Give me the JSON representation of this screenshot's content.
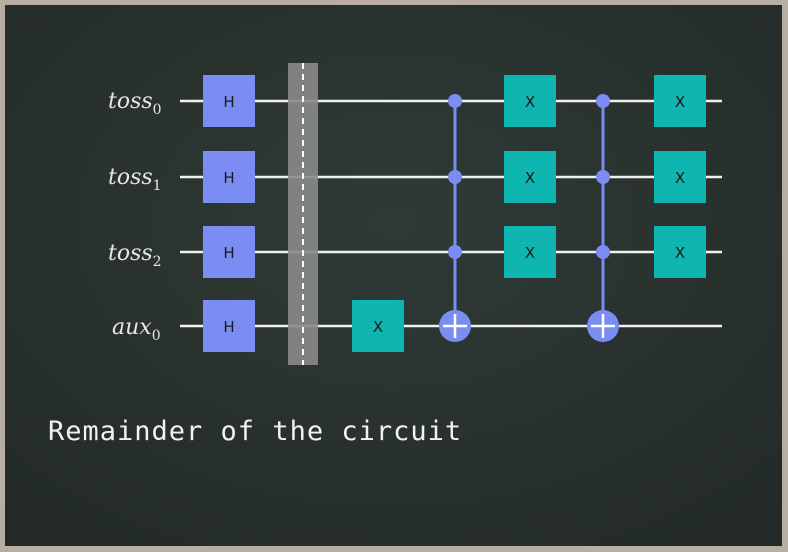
{
  "caption": "Remainder of the circuit",
  "qubits": [
    {
      "name": "toss",
      "index": "0"
    },
    {
      "name": "toss",
      "index": "1"
    },
    {
      "name": "toss",
      "index": "2"
    },
    {
      "name": "aux",
      "index": "0"
    }
  ],
  "gates": {
    "hadamard_label": "H",
    "x_label": "X"
  },
  "colors": {
    "board": "#2c3431",
    "frame": "#b8ada1",
    "wire": "#f0f0f0",
    "hadamard": "#7b8cf2",
    "x_gate": "#0fb5b0",
    "control": "#7b8cf2",
    "barrier": "#8a8a8a"
  }
}
